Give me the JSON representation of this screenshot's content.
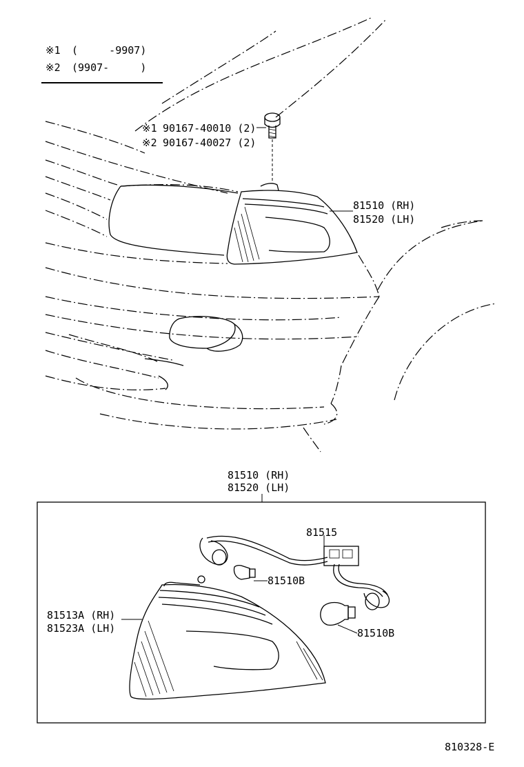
{
  "notes": {
    "note1_mark": "※1",
    "note1_range": "(     -9907)",
    "note2_mark": "※2",
    "note2_range": "(9907-     )"
  },
  "screw": {
    "row1_mark": "※1",
    "row1_text": "90167-40010 (2)",
    "row2_mark": "※2",
    "row2_text": "90167-40027 (2)"
  },
  "lamp_top": {
    "rh": "81510 (RH)",
    "lh": "81520 (LH)"
  },
  "box_title": {
    "rh": "81510 (RH)",
    "lh": "81520 (LH)"
  },
  "box_parts": {
    "socket": "81515",
    "bulb_small": "81510B",
    "bulb_large": "81510B",
    "lens_rh": "81513A (RH)",
    "lens_lh": "81523A (LH)"
  },
  "figure_id": "810328-E"
}
